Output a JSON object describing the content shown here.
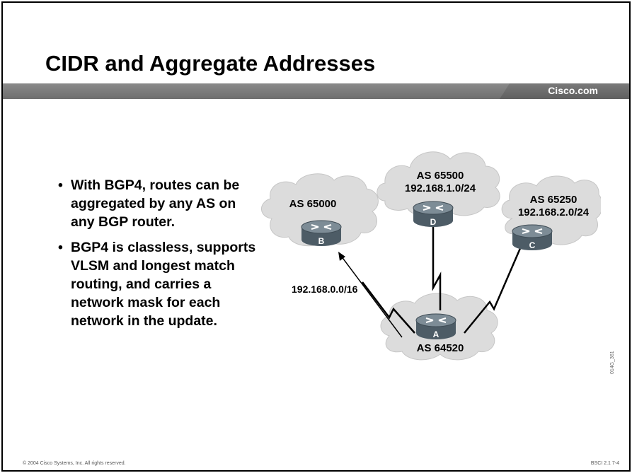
{
  "slide": {
    "title": "CIDR and Aggregate Addresses",
    "brand": "Cisco.com",
    "bullets": [
      "With BGP4, routes can be aggregated by any AS on any BGP router.",
      "BGP4 is classless, supports VLSM and longest match routing, and carries a network mask for each network in the update."
    ],
    "footer_left": "© 2004 Cisco Systems, Inc. All rights reserved.",
    "footer_right": "BSCI 2.1   7-4",
    "side_code": "014G_361"
  },
  "diagram": {
    "clouds": [
      {
        "as": "AS 65500",
        "prefix": "192.168.1.0/24"
      },
      {
        "as": "AS 65000",
        "prefix": ""
      },
      {
        "as": "AS 65250",
        "prefix": "192.168.2.0/24"
      },
      {
        "as": "AS 64520",
        "prefix": ""
      }
    ],
    "routers": [
      "D",
      "B",
      "C",
      "A"
    ],
    "aggregate_label": "192.168.0.0/16",
    "colors": {
      "cloud": "#dcdcdc",
      "router_top": "#6f7f8a",
      "router_side": "#4d5c66"
    }
  }
}
